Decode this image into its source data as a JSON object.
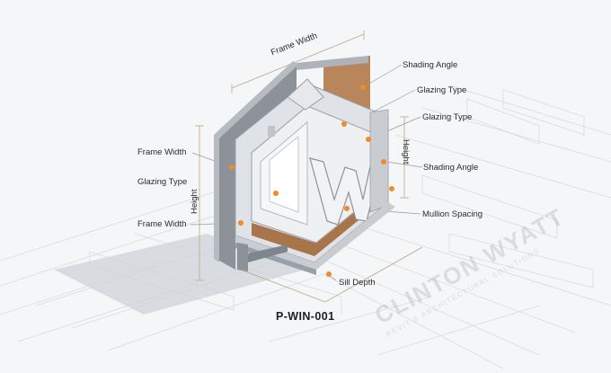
{
  "labels": {
    "frame_width_top": "Frame Width",
    "shading_angle_top": "Shading Angle",
    "glazing_type_top": "Glazing Type",
    "glazing_type_mid": "Glazing Type",
    "shading_angle_right": "Shading Angle",
    "mullion_spacing": "Mullion Spacing",
    "height_right": "Height",
    "frame_width_left": "Frame Width",
    "glazing_type_left": "Glazing Type",
    "height_left": "Height",
    "frame_width_bottom": "Frame Width",
    "sill_depth": "Sill Depth"
  },
  "product_code": "P-WIN-001",
  "watermark": {
    "name": "CLINTON WYATT",
    "tagline": "REVIT & ARCHITECTURAL SOLUTIONS"
  },
  "colors": {
    "accent": "#f08a2a",
    "frame_wood": "#a8744a",
    "frame_gray": "#c9cdd2",
    "dim_line": "#b9a88a"
  },
  "icons": [
    "annotation-dot"
  ]
}
